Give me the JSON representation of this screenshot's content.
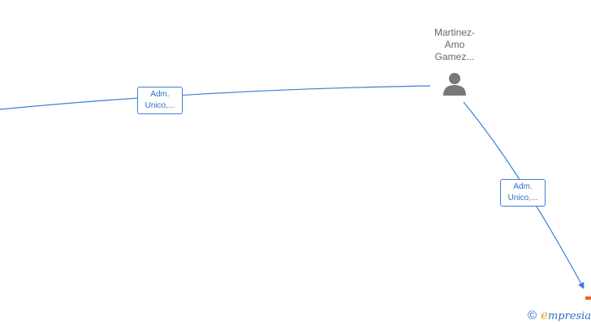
{
  "person": {
    "name_lines": [
      "Martinez-",
      "Amo",
      "Gamez..."
    ],
    "icon": "person-icon"
  },
  "edges": [
    {
      "label_lines": [
        "Adm.",
        "Unico,..."
      ]
    },
    {
      "label_lines": [
        "Adm.",
        "Unico,..."
      ]
    }
  ],
  "brand": {
    "copyright": "©",
    "initial": "e",
    "name_rest": "mpresia"
  },
  "colors": {
    "edge": "#3a7fd6",
    "node_text": "#666666",
    "icon": "#777777",
    "company": "#e8632b"
  }
}
